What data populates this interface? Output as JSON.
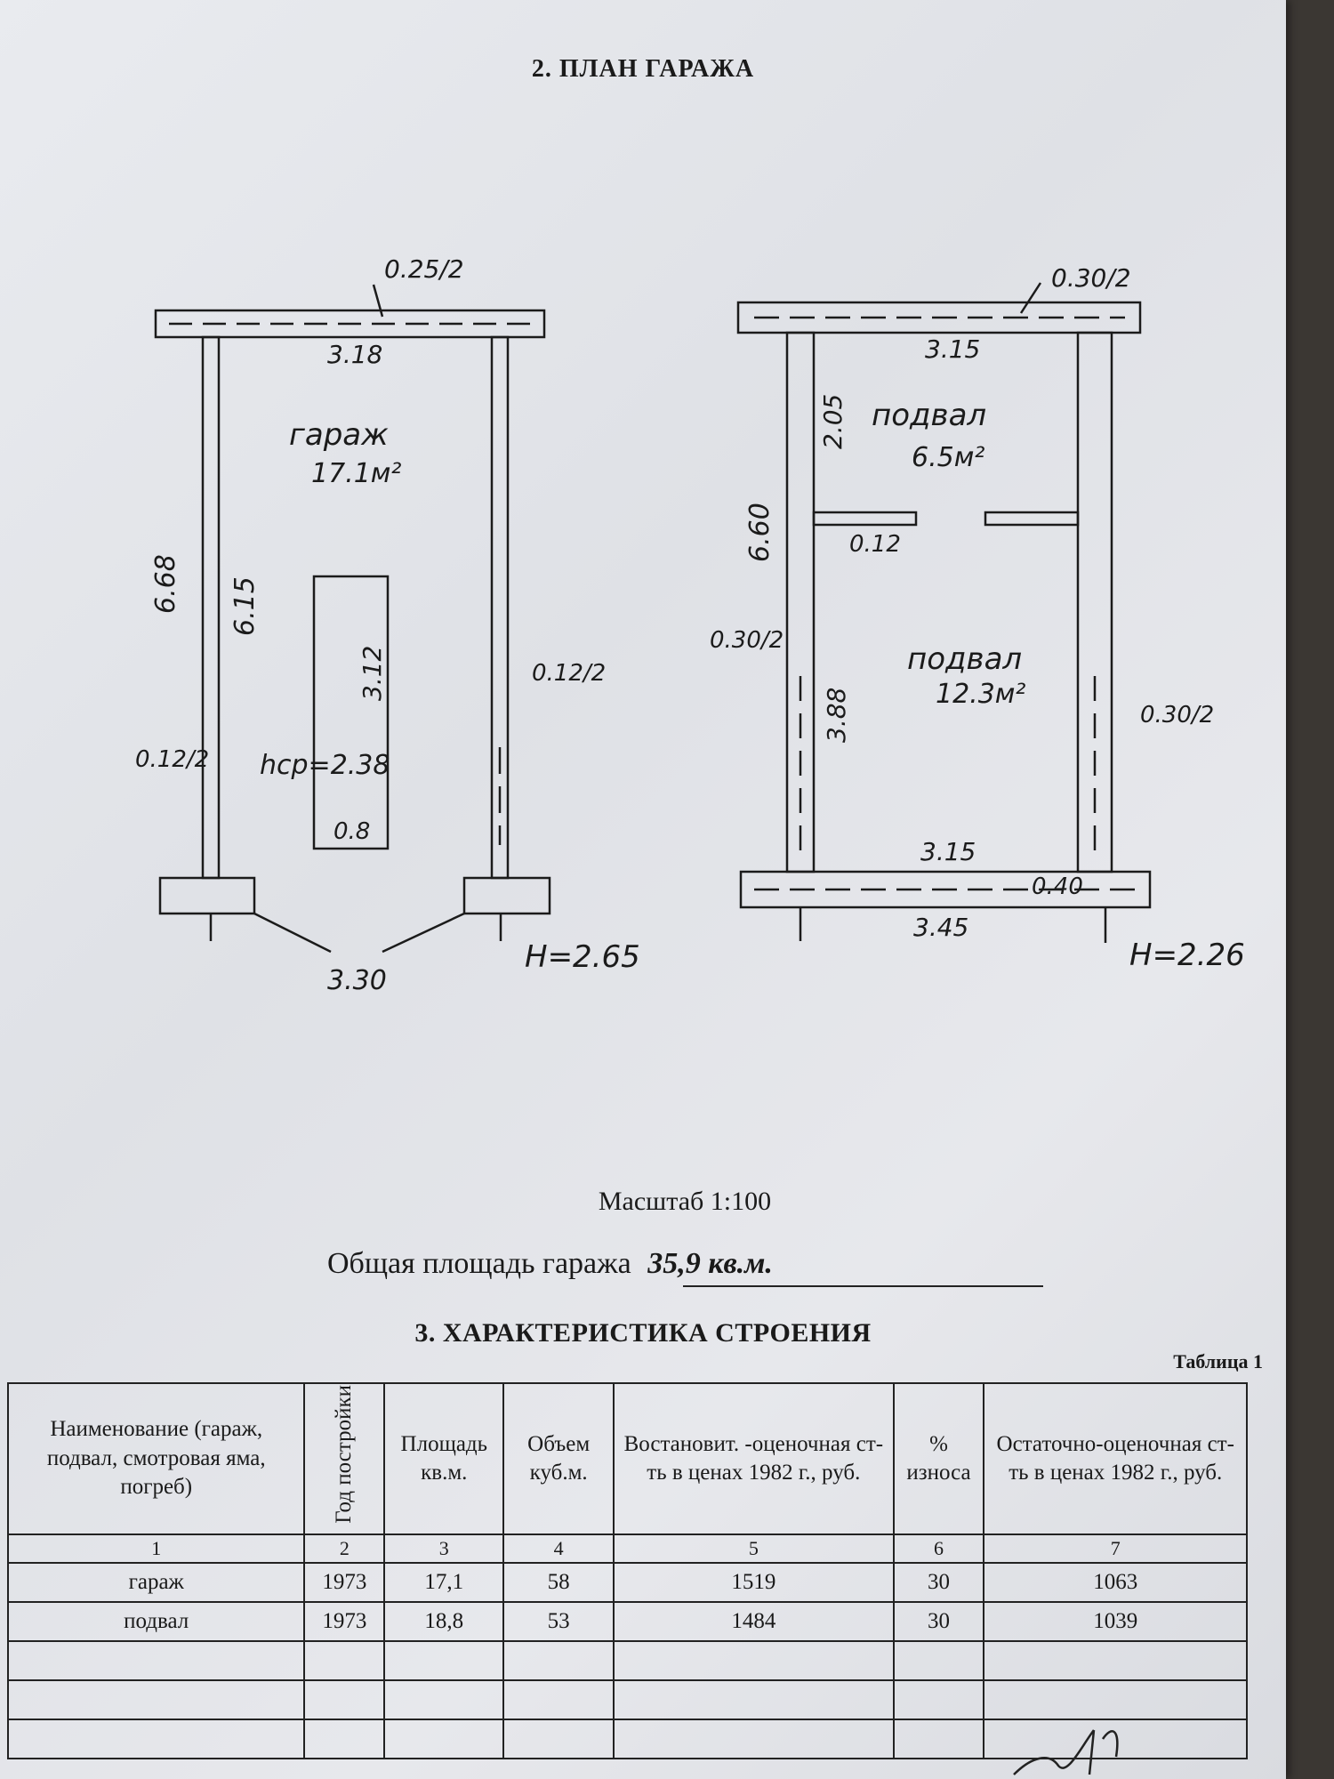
{
  "plan": {
    "title": "2. ПЛАН ГАРАЖА",
    "garage": {
      "name": "гараж",
      "area": "17.1м²",
      "top_wall": "0.25/2",
      "inner_width": "3.18",
      "outer_length": "6.68",
      "inner_length": "6.15",
      "pit_length": "3.12",
      "pit_width": "0.8",
      "pit_depth": "hcp=2.38",
      "left_wall": "0.12/2",
      "right_wall": "0.12/2",
      "opening": "3.30",
      "height": "H=2.65"
    },
    "basement": {
      "top_wall": "0.30/2",
      "room1_name": "подвал",
      "room1_area": "6.5м²",
      "room1_width": "3.15",
      "room1_depth": "2.05",
      "partition": "0.12",
      "outer_length": "6.60",
      "left_wall": "0.30/2",
      "room2_name": "подвал",
      "room2_area": "12.3м²",
      "room2_length": "3.88",
      "right_wall": "0.30/2",
      "room2_width": "3.15",
      "bottom_wall": "0.40",
      "outer_width": "3.45",
      "height": "H=2.26"
    }
  },
  "scale": "Масштаб 1:100",
  "total_area_label": "Общая площадь гаража",
  "total_area_value": "35,9 кв.м.",
  "section3_title": "3. ХАРАКТЕРИСТИКА СТРОЕНИЯ",
  "table_caption": "Таблица 1",
  "table": {
    "headers": [
      "Наименование (гараж, подвал, смотровая яма, погреб)",
      "Год постройки",
      "Площадь кв.м.",
      "Объем куб.м.",
      "Востановит. -оценочная ст-ть в ценах 1982 г., руб.",
      "% износа",
      "Остаточно-оценочная ст-ть в ценах 1982 г., руб."
    ],
    "numbers": [
      "1",
      "2",
      "3",
      "4",
      "5",
      "6",
      "7"
    ],
    "rows": [
      [
        "гараж",
        "1973",
        "17,1",
        "58",
        "1519",
        "30",
        "1063"
      ],
      [
        "подвал",
        "1973",
        "18,8",
        "53",
        "1484",
        "30",
        "1039"
      ]
    ]
  }
}
